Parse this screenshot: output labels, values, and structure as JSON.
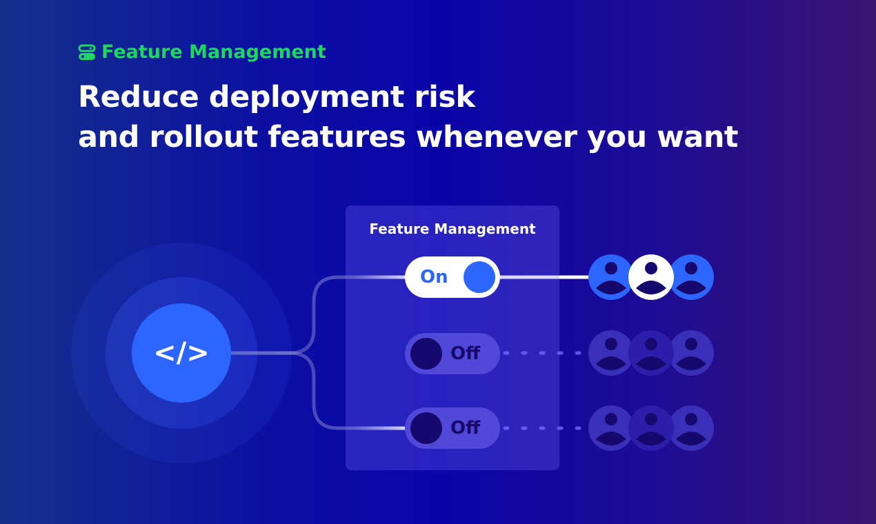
{
  "eyebrow": {
    "label": "Feature Management",
    "icon": "toggle-icon",
    "color": "#1ed760"
  },
  "headline": {
    "line1": "Reduce deployment risk",
    "line2": "and rollout features whenever you want"
  },
  "panel": {
    "title": "Feature Management"
  },
  "code": {
    "label": "</>"
  },
  "toggles": [
    {
      "label": "On",
      "state": "on"
    },
    {
      "label": "Off",
      "state": "off"
    },
    {
      "label": "Off",
      "state": "off"
    }
  ],
  "colors": {
    "accent": "#2c66ff",
    "green": "#1ed760"
  }
}
